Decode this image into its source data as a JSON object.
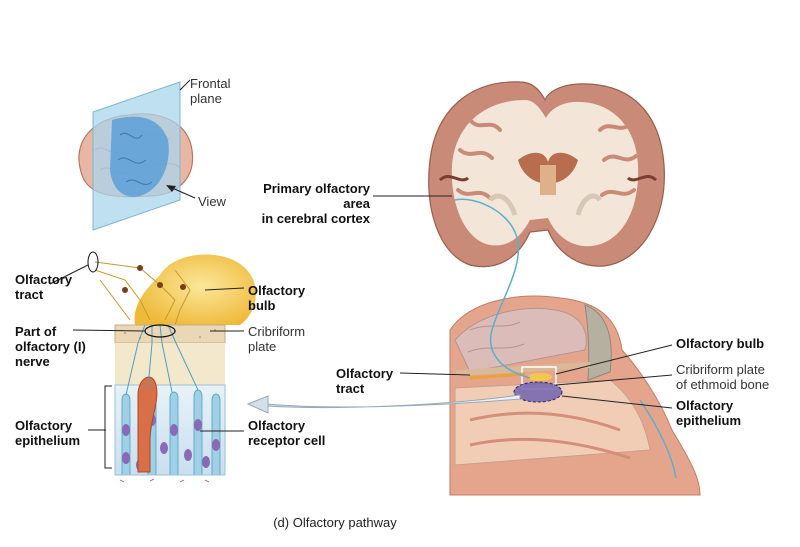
{
  "labels": {
    "frontal_plane": "Frontal\nplane",
    "view": "View",
    "primary_olfactory_area": "Primary olfactory area\nin cerebral cortex",
    "olfactory_tract_left": "Olfactory\ntract",
    "olfactory_bulb_left": "Olfactory\nbulb",
    "part_of_olfactory_nerve": "Part of\nolfactory (I)\nnerve",
    "cribriform_plate_left": "Cribriform\nplate",
    "olfactory_epithelium_left": "Olfactory\nepithelium",
    "olfactory_receptor_cell": "Olfactory\nreceptor cell",
    "olfactory_tract_right": "Olfactory\ntract",
    "olfactory_bulb_right": "Olfactory bulb",
    "cribriform_plate_ethmoid": "Cribriform plate\nof ethmoid bone",
    "olfactory_epithelium_right": "Olfactory\nepithelium"
  },
  "caption": "(d) Olfactory pathway",
  "colors": {
    "brain_pink": "#e8b7a4",
    "gray_matter": "#c98a78",
    "white_matter": "#f3e6d8",
    "nerve_blue": "#5ab0d0",
    "bulb_yellow": "#f4c94a",
    "plane_blue": "#a9d6ec",
    "epithelium_bg": "#cfe6f2",
    "cell_purple": "#8a6ab8",
    "nasal_tissue": "#e5a58d",
    "arrow_fill": "#dfe7ef"
  }
}
